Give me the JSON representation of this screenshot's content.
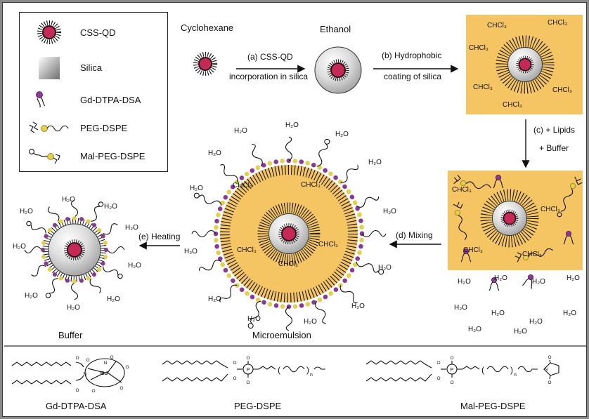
{
  "colors": {
    "orange": "#F5C564",
    "qd_red": "#C42A56",
    "purple": "#8A3B8F",
    "yellow": "#E3CE4E"
  },
  "legend": {
    "items": [
      {
        "label": "CSS-QD"
      },
      {
        "label": "Silica"
      },
      {
        "label": "Gd-DTPA-DSA"
      },
      {
        "label": "PEG-DSPE"
      },
      {
        "label": "Mal-PEG-DSPE"
      }
    ]
  },
  "flow": {
    "cyclohexane": "Cyclohexane",
    "ethanol": "Ethanol",
    "step_a1": "(a) CSS-QD",
    "step_a2": "incorporation in silica",
    "step_b1": "(b) Hydrophobic",
    "step_b2": "coating of silica",
    "step_c1": "(c) + Lipids",
    "step_c2": "+ Buffer",
    "step_d": "(d) Mixing",
    "step_e": "(e) Heating",
    "microemulsion": "Microemulsion",
    "buffer": "Buffer"
  },
  "labels": {
    "chcl3": "CHCl₃",
    "h2o": "H₂O"
  },
  "structures": {
    "gd_dtpa_dsa": "Gd-DTPA-DSA",
    "peg_dspe": "PEG-DSPE",
    "mal_peg_dspe": "Mal-PEG-DSPE",
    "atom_o": "O",
    "atom_n": "N",
    "atom_p": "P",
    "atom_gd": "Gd",
    "repeat_n": "n",
    "paren_open": "(",
    "paren_close": ")"
  }
}
